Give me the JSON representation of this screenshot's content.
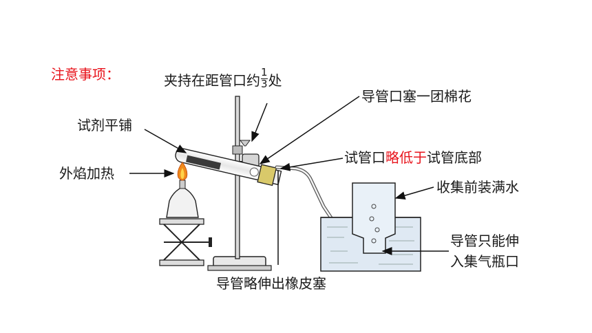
{
  "title": "注意事项：",
  "labels": {
    "clamp_pre": "夹持在距管口约",
    "clamp_num": "1",
    "clamp_den": "3",
    "clamp_post": "处",
    "cotton": "导管口塞一团棉花",
    "reagent": "试剂平铺",
    "mouth_a": "试管口",
    "mouth_b": "略低于",
    "mouth_c": "试管底部",
    "flame": "外焰加热",
    "fill": "收集前装满水",
    "tube_only_1": "导管只能伸",
    "tube_only_2": "入集气瓶口",
    "tube_extend": "导管略伸出橡皮塞"
  },
  "colors": {
    "title": "#e8141c",
    "emphasis": "#e8141c",
    "text": "#1a1a1a",
    "flame": "#f08a1c",
    "water": "#dfe9f3"
  }
}
